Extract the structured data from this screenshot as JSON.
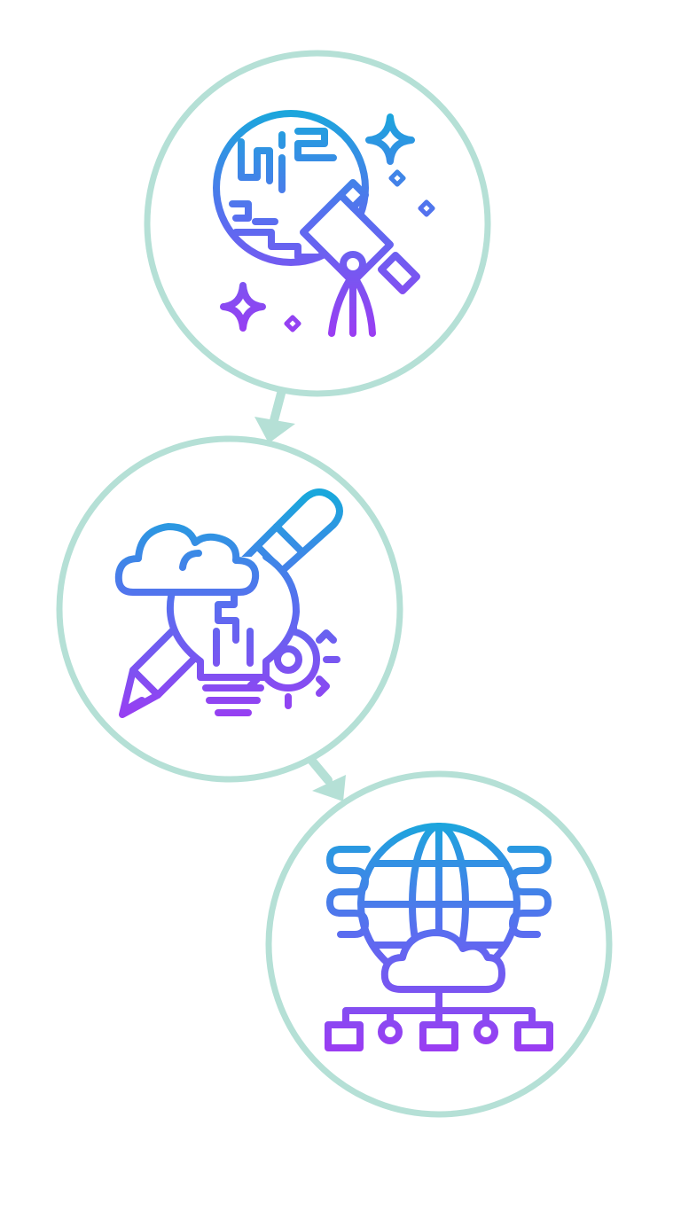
{
  "colors": {
    "ring": "#b5e0d6",
    "icon_gradient_top": "#1aa7dc",
    "icon_gradient_mid": "#5b6cf0",
    "icon_gradient_bottom": "#9b3cf2",
    "background": "#ffffff"
  },
  "nodes": [
    {
      "icon": "globe-telescope-stars-icon"
    },
    {
      "icon": "lightbulb-cloud-pencil-gear-icon"
    },
    {
      "icon": "globe-cloud-network-icon"
    }
  ],
  "edges": [
    {
      "from": 0,
      "to": 1
    },
    {
      "from": 1,
      "to": 2
    }
  ]
}
